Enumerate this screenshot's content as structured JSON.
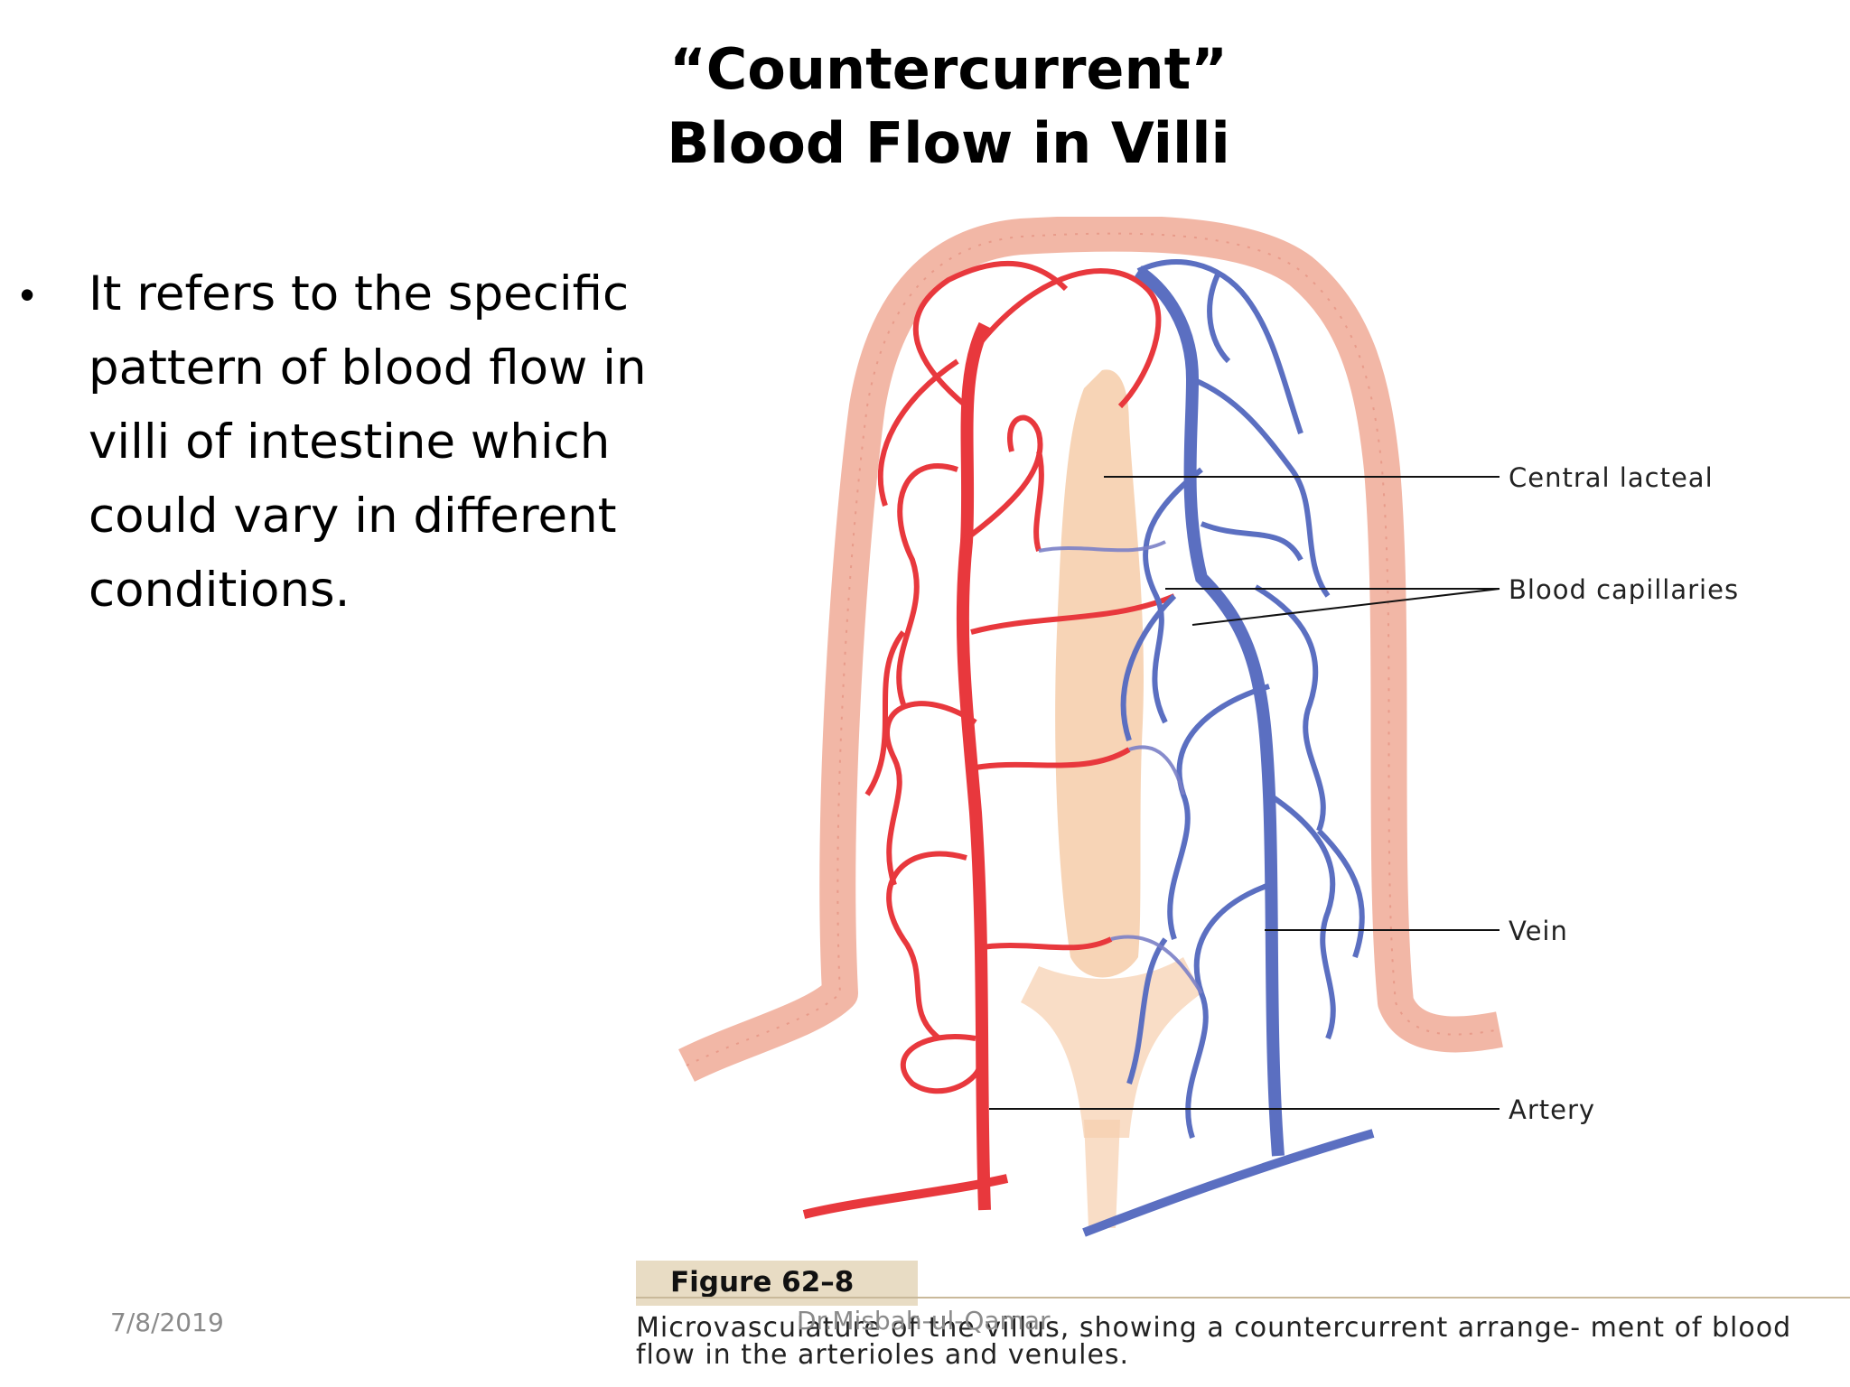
{
  "slide": {
    "title_line1": "“Countercurrent”",
    "title_line2": "Blood Flow in Villi",
    "bullet": "It refers to the specific pattern of blood flow in villi of intestine which could vary in different conditions."
  },
  "figure": {
    "labels": {
      "central_lacteal": "Central lacteal",
      "blood_capillaries": "Blood capillaries",
      "vein": "Vein",
      "artery": "Artery"
    },
    "tag": "Figure 62–8",
    "caption": "Microvasculature of the villus, showing a countercurrent arrange- ment of blood flow in the arterioles and venules.",
    "colors": {
      "artery": "#e8383d",
      "vein": "#5b6fc1",
      "lacteal": "#f6cfae",
      "epithelium": "#f2b7a6"
    }
  },
  "footer": {
    "date": "7/8/2019",
    "author": "Dr.Misbah-ul-Qamar"
  }
}
